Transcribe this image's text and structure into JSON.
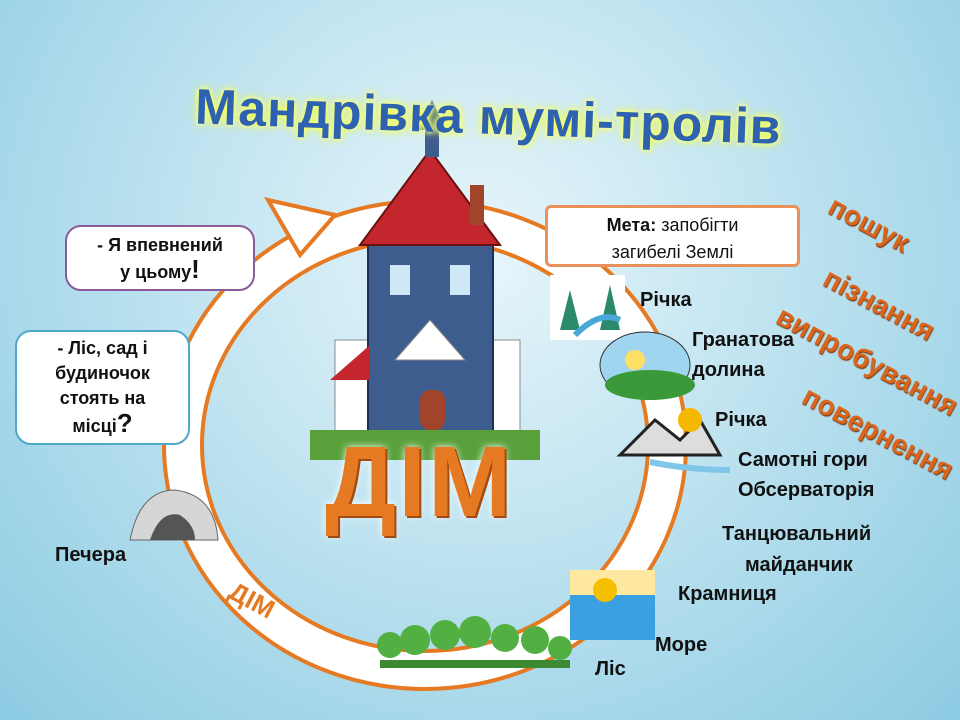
{
  "title": "Мандрівка мумі-тролів",
  "goal": {
    "line1_bold": "Мета:",
    "line1_rest": " запобігти",
    "line2": "загибелі Землі"
  },
  "bubbles": [
    {
      "text1": "- Я впевнений",
      "text2": "у цьому",
      "mark": "!"
    },
    {
      "text1": "- Ліс, сад і",
      "text2": "будиночок",
      "text3": "стоять на",
      "text4": "місці",
      "mark": "?"
    }
  ],
  "center_label": "ДІМ",
  "ring_label": "ДІМ",
  "stops": [
    "Річка",
    "Гранатова",
    "долина",
    "Річка",
    "Самотні гори",
    "Обсерваторія",
    "Танцювальний",
    "майданчик",
    "Крамниця",
    "Море",
    "Ліс",
    "Печера"
  ],
  "stages": [
    "пошук",
    "пізнання",
    "випробування",
    "повернення"
  ],
  "colors": {
    "ring": "#e57a23",
    "title": "#2e62b0",
    "stage": "#d9661c"
  }
}
